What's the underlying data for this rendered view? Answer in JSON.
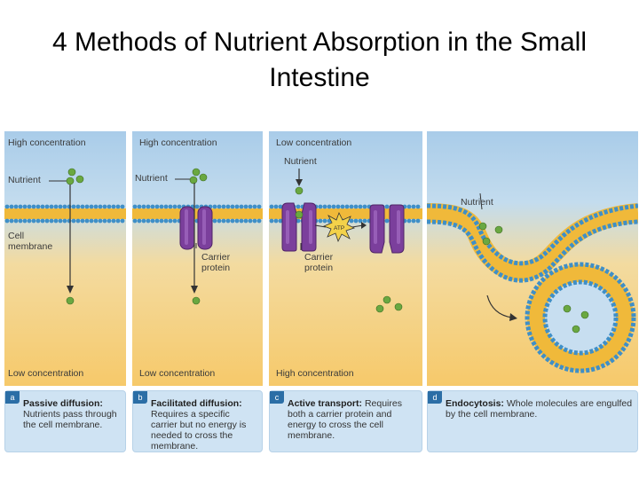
{
  "slide": {
    "title": "4 Methods of Nutrient Absorption in the Small Intestine"
  },
  "colors": {
    "membrane_head": "#3f8fc7",
    "membrane_tail": "#f0b93a",
    "carrier_protein": "#7b3f9c",
    "nutrient": "#6aa841",
    "caption_bg": "#cfe3f3",
    "caption_letter_bg": "#2b6ea6"
  },
  "panels": [
    {
      "id": "a",
      "top_label": "High concentration",
      "nutrient_label": "Nutrient",
      "membrane_label": "Cell membrane",
      "bottom_label": "Low concentration",
      "caption_letter": "a",
      "caption_head": "Passive diffusion:",
      "caption_body": "Nutrients pass through the cell membrane."
    },
    {
      "id": "b",
      "top_label": "High concentration",
      "nutrient_label": "Nutrient",
      "carrier_label": "Carrier protein",
      "bottom_label": "Low concentration",
      "caption_letter": "b",
      "caption_head": "Facilitated diffusion:",
      "caption_body": "Requires a specific carrier but no energy is needed to cross the membrane."
    },
    {
      "id": "c",
      "top_label": "Low concentration",
      "nutrient_label": "Nutrient",
      "atp_label": "ATP",
      "carrier_label": "Carrier protein",
      "bottom_label": "High concentration",
      "caption_letter": "c",
      "caption_head": "Active transport:",
      "caption_body": "Requires both a carrier protein and energy to cross the cell membrane."
    },
    {
      "id": "d",
      "nutrient_label": "Nutrient",
      "caption_letter": "d",
      "caption_head": "Endocytosis:",
      "caption_body": "Whole molecules are engulfed by the cell membrane."
    }
  ]
}
